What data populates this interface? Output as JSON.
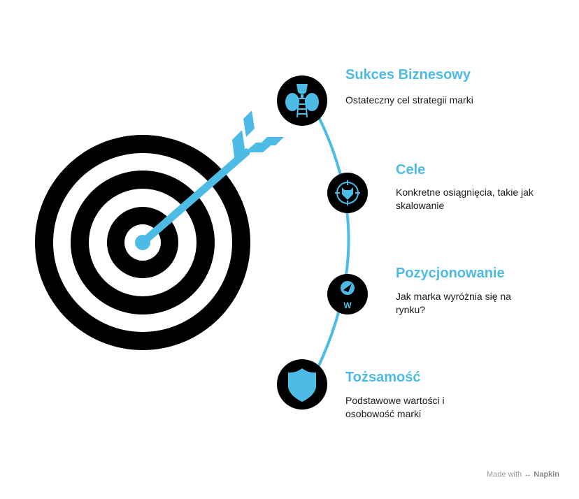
{
  "colors": {
    "accent": "#4cbce6",
    "dark": "#000000",
    "text": "#1a1a1a",
    "muted": "#9a9a9a"
  },
  "items": [
    {
      "title": "Sukces Biznesowy",
      "description": "Ostateczny cel strategii marki",
      "icon": "trophy-ladder-icon"
    },
    {
      "title": "Cele",
      "description": "Konkretne osiągnięcia, takie jak skalowanie",
      "icon": "crosshair-target-icon"
    },
    {
      "title": "Pozycjonowanie",
      "description": "Jak marka wyróżnia się na rynku?",
      "icon": "compass-w-icon"
    },
    {
      "title": "Tożsamość",
      "description": "Podstawowe wartości i osobowość marki",
      "icon": "shield-icon"
    }
  ],
  "footer": {
    "prefix": "Made with",
    "brand": "Napkin"
  }
}
